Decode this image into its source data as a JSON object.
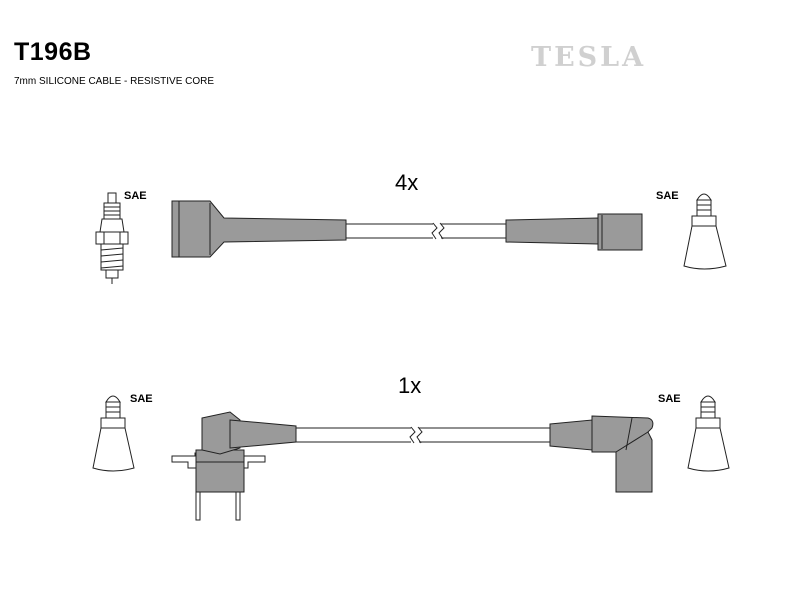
{
  "header": {
    "part_number": "T196B",
    "subtitle": "7mm SILICONE CABLE - RESISTIVE CORE",
    "brand": "TESLA"
  },
  "leads": [
    {
      "quantity": "4x",
      "left_terminal": "SAE",
      "right_terminal": "SAE"
    },
    {
      "quantity": "1x",
      "left_terminal": "SAE",
      "right_terminal": "SAE"
    }
  ],
  "colors": {
    "boot_fill": "#9a9a9a",
    "outline": "#222222",
    "brand_text": "#d0d0d0"
  }
}
